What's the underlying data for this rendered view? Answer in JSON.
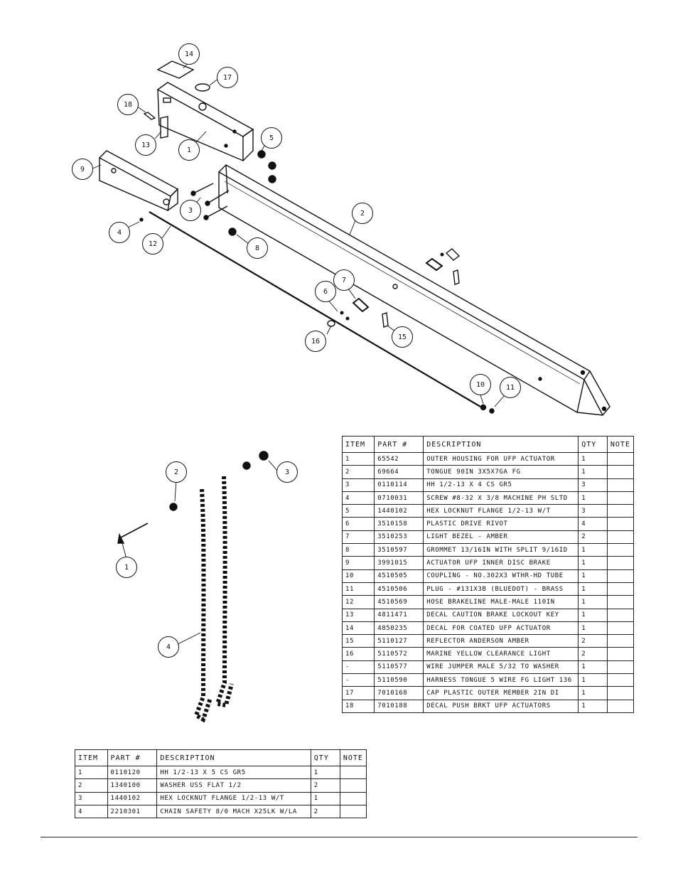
{
  "callouts_top": [
    "14",
    "17",
    "18",
    "13",
    "1",
    "5",
    "9",
    "3",
    "4",
    "12",
    "8",
    "2",
    "7",
    "6",
    "16",
    "15",
    "10",
    "11"
  ],
  "callouts_bottom": [
    "2",
    "3",
    "1",
    "4"
  ],
  "table_main": {
    "headers": [
      "ITEM",
      "PART #",
      "DESCRIPTION",
      "QTY",
      "NOTE"
    ],
    "rows": [
      [
        "1",
        "65542",
        "OUTER HOUSING FOR UFP ACTUATOR",
        "1",
        ""
      ],
      [
        "2",
        "69664",
        "TONGUE 90IN 3X5X7GA FG",
        "1",
        ""
      ],
      [
        "3",
        "0110114",
        "HH 1/2-13 X 4 CS GR5",
        "3",
        ""
      ],
      [
        "4",
        "0710031",
        "SCREW #8-32 X 3/8 MACHINE PH SLTD",
        "1",
        ""
      ],
      [
        "5",
        "1440102",
        "HEX LOCKNUT FLANGE 1/2-13 W/T",
        "3",
        ""
      ],
      [
        "6",
        "3510158",
        "PLASTIC DRIVE RIVOT",
        "4",
        ""
      ],
      [
        "7",
        "3510253",
        "LIGHT BEZEL - AMBER",
        "2",
        ""
      ],
      [
        "8",
        "3510597",
        "GROMMET 13/16IN  WITH SPLIT 9/16ID",
        "1",
        ""
      ],
      [
        "9",
        "3991015",
        "ACTUATOR UFP INNER  DISC BRAKE",
        "1",
        ""
      ],
      [
        "10",
        "4510505",
        "COUPLING - NO.302X3 WTHR-HD TUBE",
        "1",
        ""
      ],
      [
        "11",
        "4510506",
        "PLUG - #131X3B (BLUEDOT) - BRASS",
        "1",
        ""
      ],
      [
        "12",
        "4510569",
        "HOSE BRAKELINE MALE-MALE 110IN",
        "1",
        ""
      ],
      [
        "13",
        "4811471",
        "DECAL CAUTION BRAKE LOCKOUT KEY",
        "1",
        ""
      ],
      [
        "14",
        "4850235",
        "DECAL FOR COATED UFP ACTUATOR",
        "1",
        ""
      ],
      [
        "15",
        "5110127",
        "REFLECTOR ANDERSON AMBER",
        "2",
        ""
      ],
      [
        "16",
        "5110572",
        "MARINE YELLOW CLEARANCE LIGHT",
        "2",
        ""
      ],
      [
        "-",
        "5110577",
        "WIRE JUMPER MALE 5/32 TO WASHER",
        "1",
        ""
      ],
      [
        "-",
        "5110590",
        "HARNESS TONGUE 5 WIRE FG LIGHT 136",
        "1",
        ""
      ],
      [
        "17",
        "7010168",
        "CAP  PLASTIC OUTER MEMBER 2IN DI",
        "1",
        ""
      ],
      [
        "18",
        "7010188",
        "DECAL PUSH BRKT UFP ACTUATORS",
        "1",
        ""
      ]
    ]
  },
  "table_chain": {
    "headers": [
      "ITEM",
      "PART #",
      "DESCRIPTION",
      "QTY",
      "NOTE"
    ],
    "rows": [
      [
        "1",
        "0110120",
        "HH 1/2-13 X 5 CS GR5",
        "1",
        ""
      ],
      [
        "2",
        "1340100",
        "WASHER USS FLAT 1/2",
        "2",
        ""
      ],
      [
        "3",
        "1440102",
        "HEX LOCKNUT FLANGE 1/2-13 W/T",
        "1",
        ""
      ],
      [
        "4",
        "2210301",
        "CHAIN SAFETY 8/0 MACH X25LK W/LA",
        "2",
        ""
      ]
    ]
  }
}
